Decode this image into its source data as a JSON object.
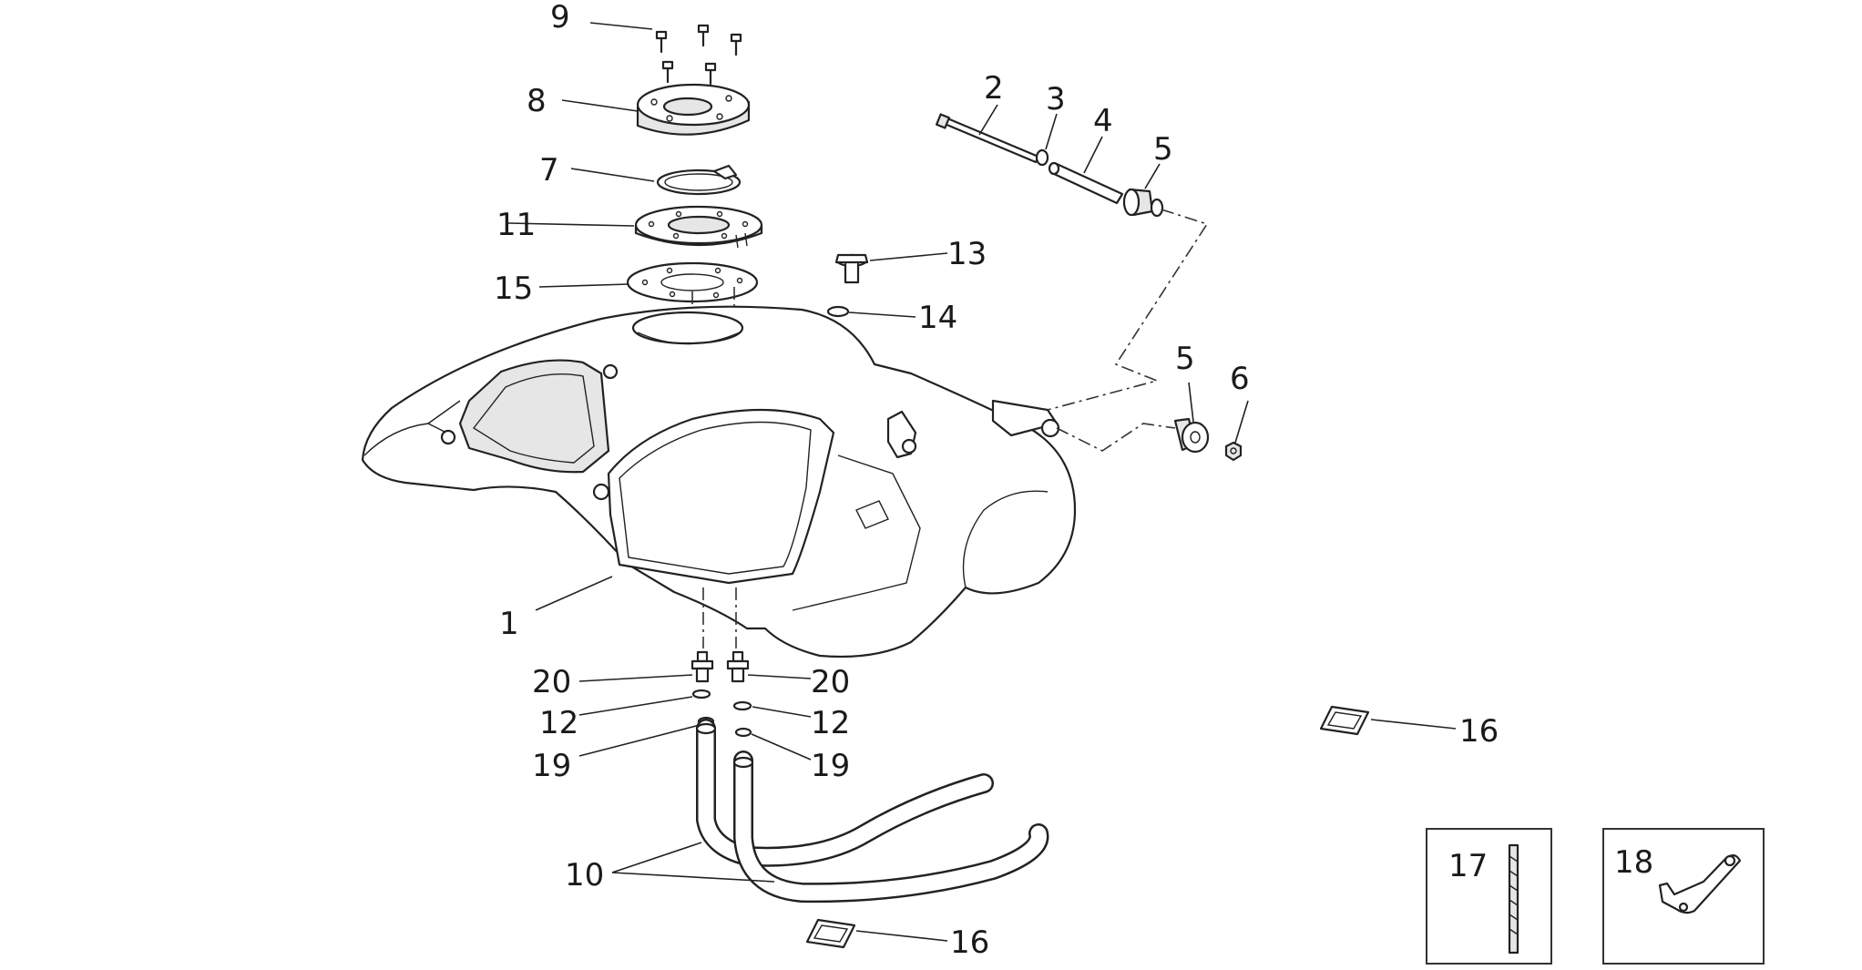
{
  "callouts": {
    "c1": "1",
    "c2": "2",
    "c3": "3",
    "c4": "4",
    "c5a": "5",
    "c5b": "5",
    "c6": "6",
    "c7": "7",
    "c8": "8",
    "c9": "9",
    "c10": "10",
    "c11": "11",
    "c12a": "12",
    "c12b": "12",
    "c13": "13",
    "c14": "14",
    "c15": "15",
    "c16a": "16",
    "c16b": "16",
    "c17": "17",
    "c18": "18",
    "c19a": "19",
    "c19b": "19",
    "c20a": "20",
    "c20b": "20"
  }
}
